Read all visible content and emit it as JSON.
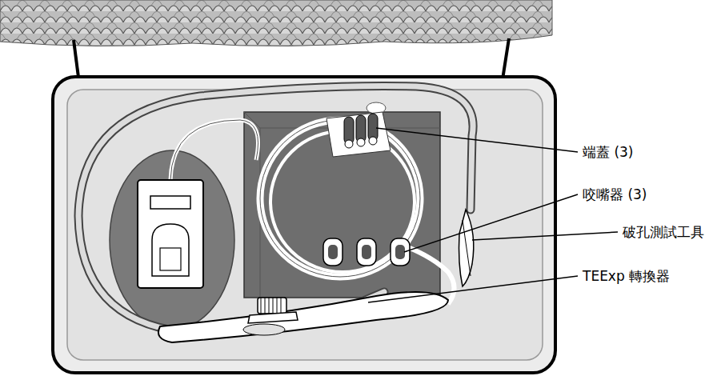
{
  "diagram": {
    "labels": [
      "端蓋 (3)",
      "咬嘴器 (3)",
      "破孔測試工具",
      "TEExp 轉換器"
    ]
  }
}
